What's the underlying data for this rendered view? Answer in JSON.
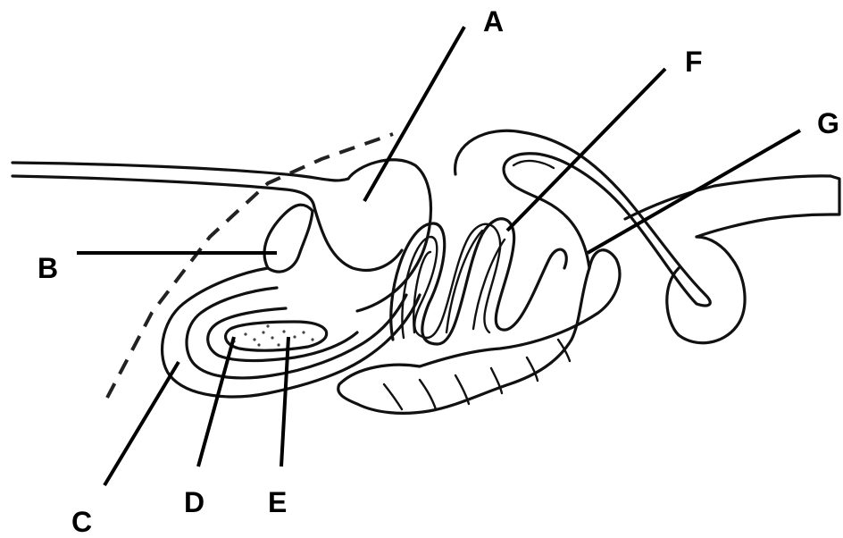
{
  "diagram": {
    "labels": {
      "a": "A",
      "b": "B",
      "c": "C",
      "d": "D",
      "e": "E",
      "f": "F",
      "g": "G"
    }
  }
}
